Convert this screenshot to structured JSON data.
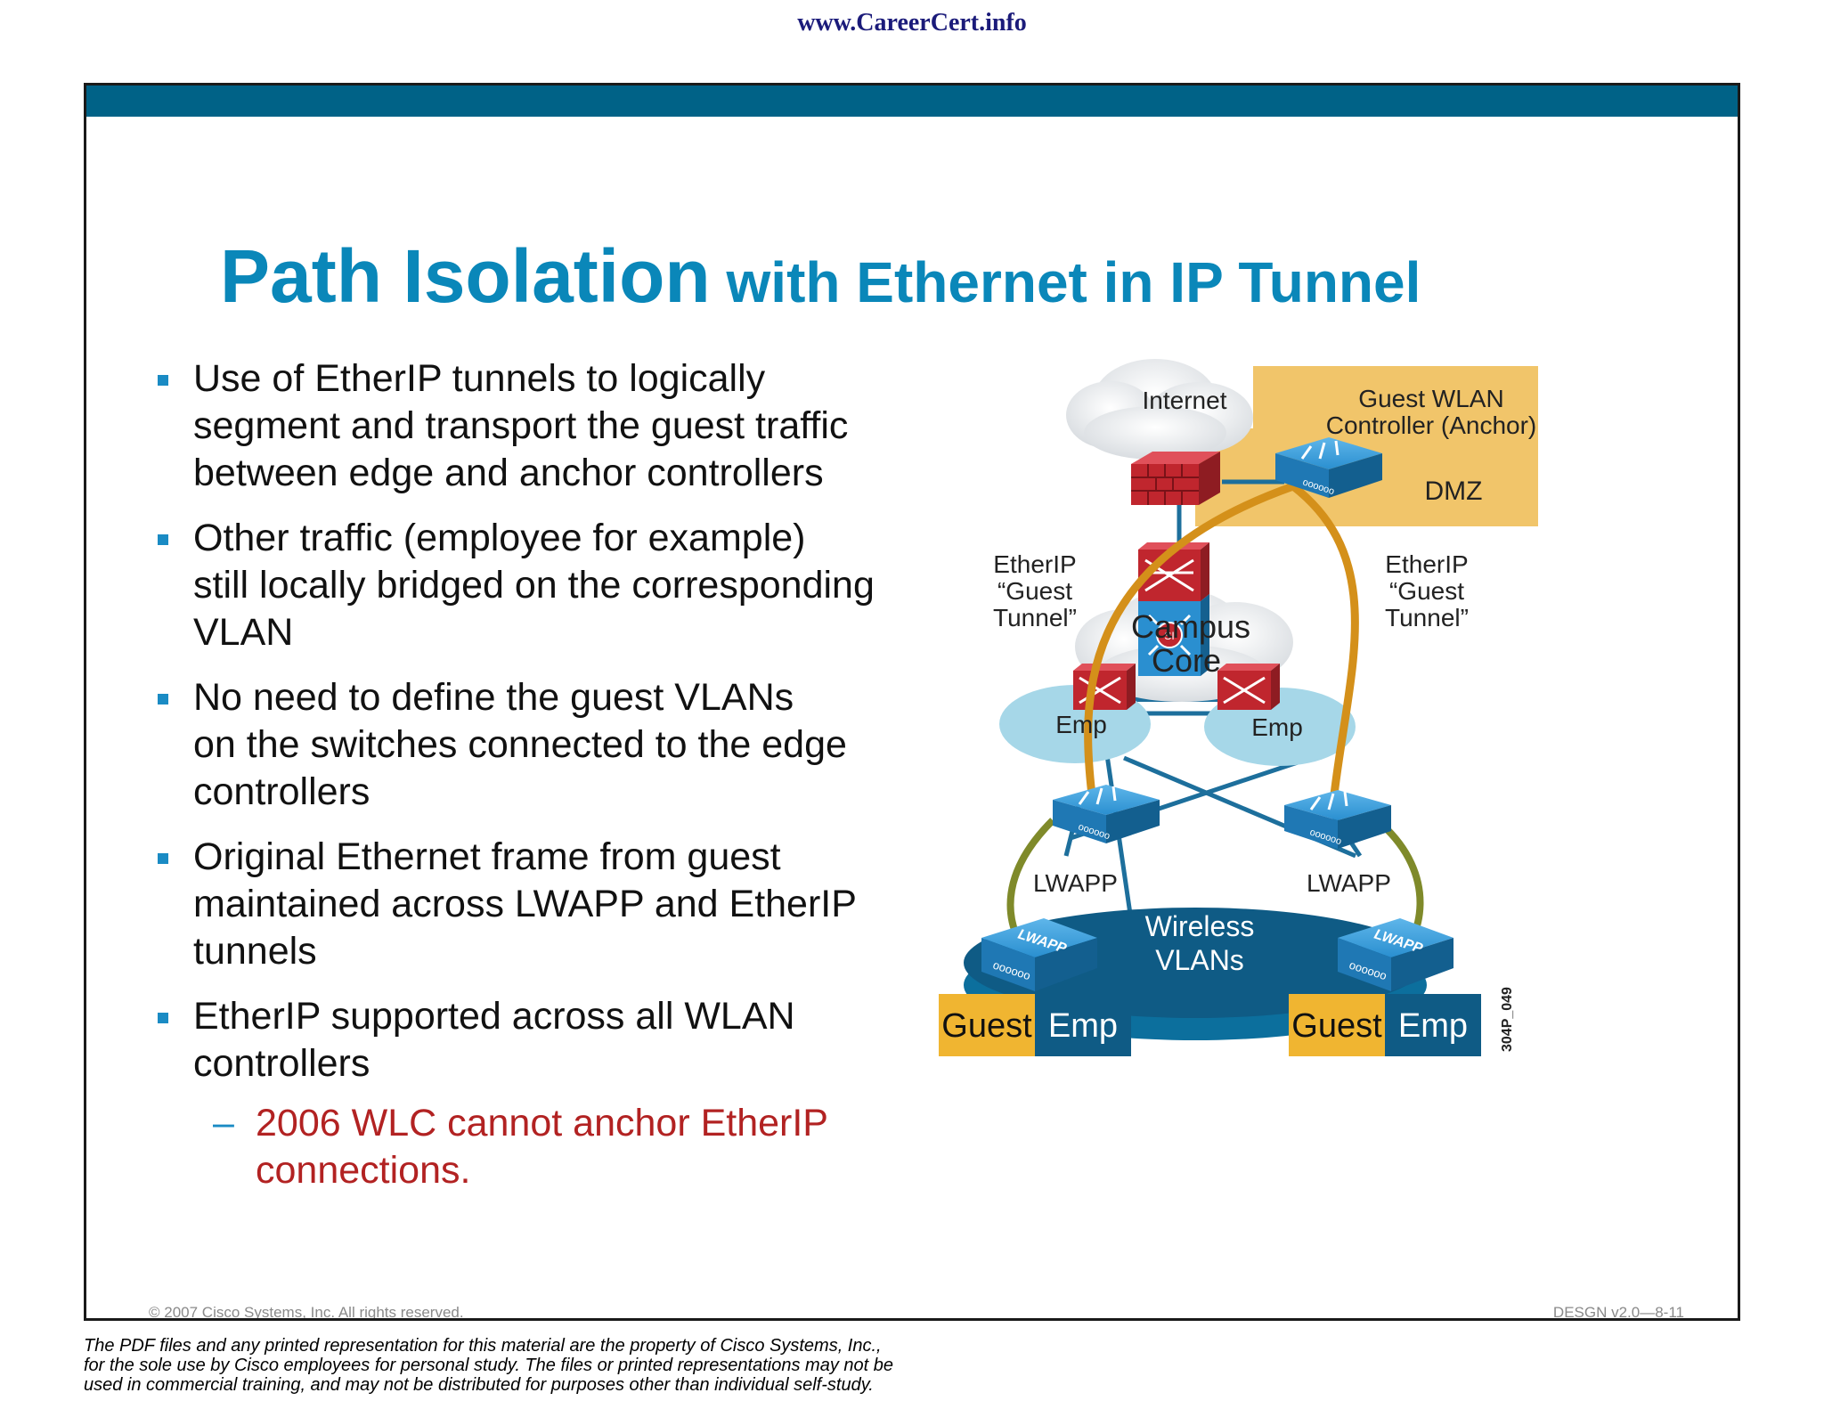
{
  "header": {
    "site_url": "www.CareerCert.info"
  },
  "slide": {
    "title_main": "Path Isolation",
    "title_rest": " with Ethernet in IP Tunnel",
    "bullets": [
      "Use of EtherIP tunnels to logically\nsegment and transport the guest traffic\nbetween edge and anchor controllers",
      "Other traffic (employee for example)\nstill locally bridged on the corresponding\nVLAN",
      "No need to define the guest VLANs\non the switches connected to the edge\ncontrollers",
      "Original Ethernet frame from guest\nmaintained across LWAPP and EtherIP\ntunnels",
      "EtherIP supported across all WLAN\ncontrollers"
    ],
    "sub_bullet": "2006 WLC cannot anchor EtherIP\nconnections.",
    "copyright": "© 2007 Cisco Systems, Inc. All rights reserved.",
    "course_code": "DESGN v2.0—8-11"
  },
  "diagram": {
    "internet": "Internet",
    "guest_wlan_line1": "Guest WLAN",
    "guest_wlan_line2": "Controller (Anchor)",
    "dmz": "DMZ",
    "etherip_left": [
      "EtherIP",
      "“Guest",
      "Tunnel”"
    ],
    "etherip_right": [
      "EtherIP",
      "“Guest",
      "Tunnel”"
    ],
    "campus_line1": "Campus",
    "campus_line2": "Core",
    "emp_left": "Emp",
    "emp_right": "Emp",
    "lwapp_left": "LWAPP",
    "lwapp_right": "LWAPP",
    "wireless_line1": "Wireless",
    "wireless_line2": "VLANs",
    "ap_label": "LWAPP",
    "guest_left": "Guest",
    "emp_bottom_left": "Emp",
    "guest_right": "Guest",
    "emp_bottom_right": "Emp",
    "figure_id": "304P_049",
    "colors": {
      "tunnel": "#d4901a",
      "lwapp_link": "#7f8a2a",
      "dmz": "#f1c56a",
      "wireless": "#0f5b85",
      "device": "#2a8fd0",
      "firewall": "#c0262e"
    }
  },
  "disclaimer": "The PDF files and any printed representation for this material are the property of Cisco Systems, Inc.,\nfor the sole use by Cisco employees for personal study. The files or printed representations may not be\nused in commercial training, and may not be distributed for purposes other than individual self-study."
}
